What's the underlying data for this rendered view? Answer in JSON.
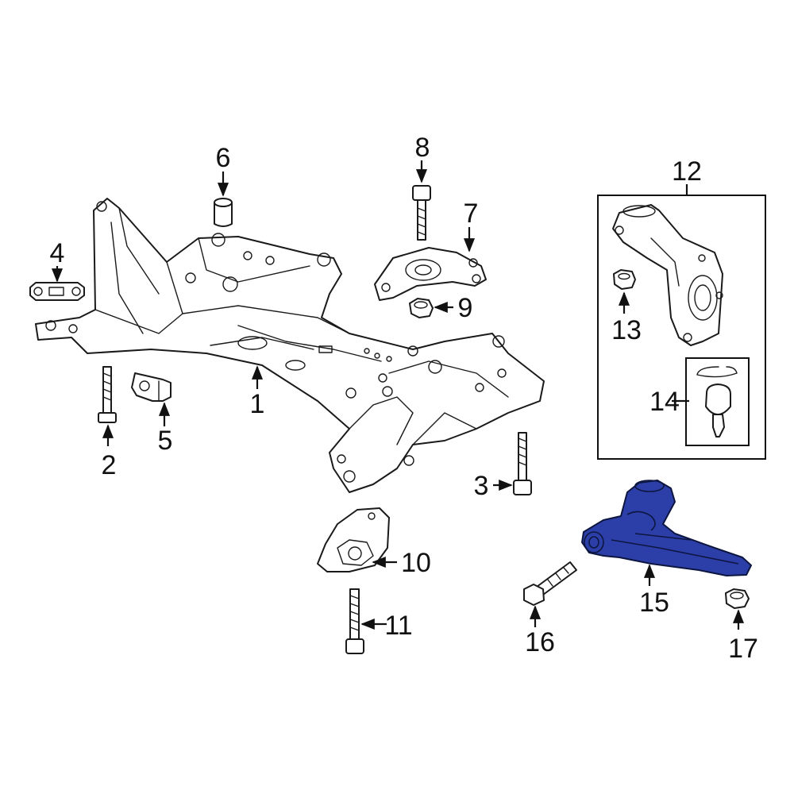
{
  "diagram": {
    "highlight_color": "#2c3fa8",
    "highlighted_part": "15",
    "callouts": [
      {
        "id": "c1",
        "label": "1"
      },
      {
        "id": "c2",
        "label": "2"
      },
      {
        "id": "c3",
        "label": "3"
      },
      {
        "id": "c4",
        "label": "4"
      },
      {
        "id": "c5",
        "label": "5"
      },
      {
        "id": "c6",
        "label": "6"
      },
      {
        "id": "c7",
        "label": "7"
      },
      {
        "id": "c8",
        "label": "8"
      },
      {
        "id": "c9",
        "label": "9"
      },
      {
        "id": "c10",
        "label": "10"
      },
      {
        "id": "c11",
        "label": "11"
      },
      {
        "id": "c12",
        "label": "12"
      },
      {
        "id": "c13",
        "label": "13"
      },
      {
        "id": "c14",
        "label": "14"
      },
      {
        "id": "c15",
        "label": "15"
      },
      {
        "id": "c16",
        "label": "16"
      },
      {
        "id": "c17",
        "label": "17"
      }
    ]
  }
}
